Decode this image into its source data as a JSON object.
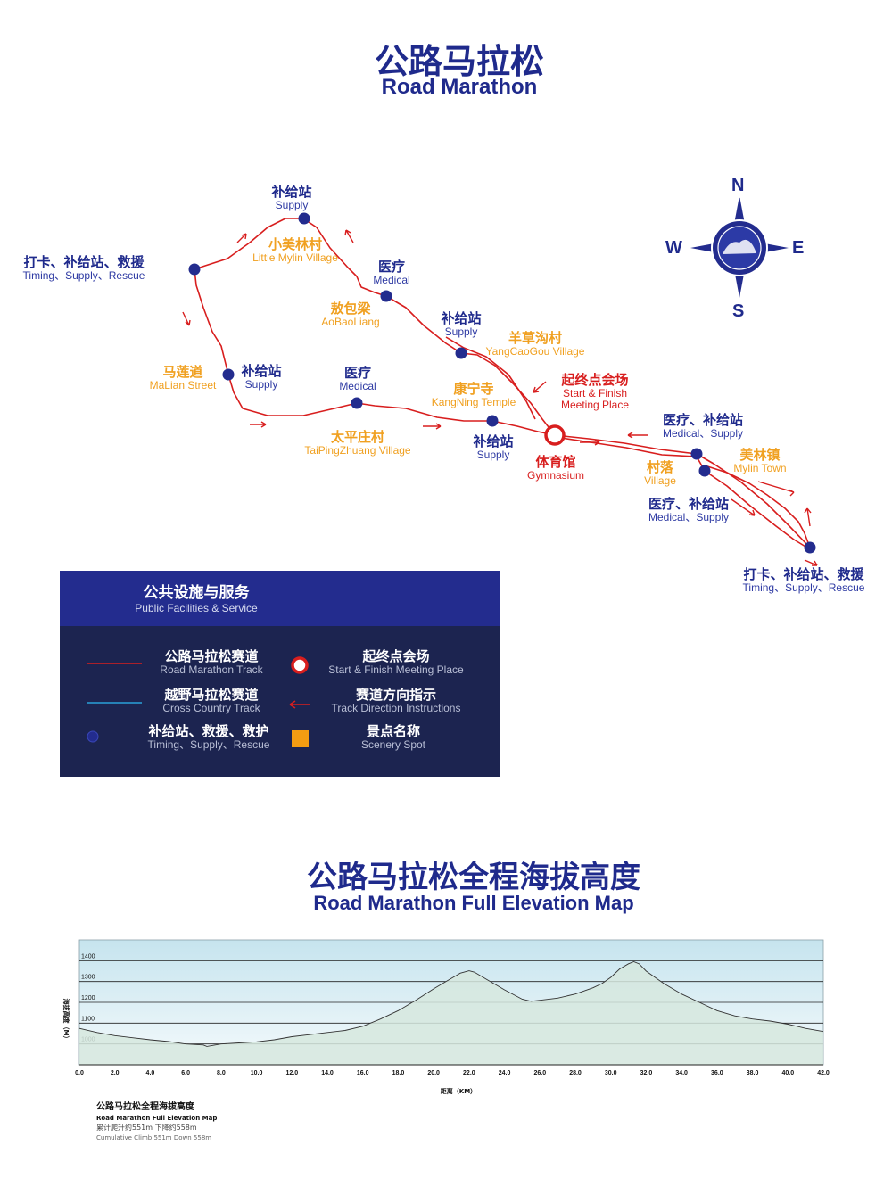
{
  "header": {
    "title_cn": "公路马拉松",
    "title_en": "Road Marathon"
  },
  "compass": {
    "n": "N",
    "s": "S",
    "e": "E",
    "w": "W"
  },
  "map_labels": {
    "supply_top": {
      "cn": "补给站",
      "en": "Supply"
    },
    "little_mylin": {
      "cn": "小美林村",
      "en": "Little Mylin Village"
    },
    "timing_left": {
      "cn": "打卡、补给站、救援",
      "en": "Timing、Supply、Rescue"
    },
    "medical_1": {
      "cn": "医疗",
      "en": "Medical"
    },
    "aobaoliang": {
      "cn": "敖包梁",
      "en": "AoBaoLiang"
    },
    "supply_2": {
      "cn": "补给站",
      "en": "Supply"
    },
    "yangcaogou": {
      "cn": "羊草沟村",
      "en": "YangCaoGou Village"
    },
    "malian": {
      "cn": "马莲道",
      "en": "MaLian Street"
    },
    "supply_3": {
      "cn": "补给站",
      "en": "Supply"
    },
    "medical_2": {
      "cn": "医疗",
      "en": "Medical"
    },
    "kangning": {
      "cn": "康宁寺",
      "en": "KangNing Temple"
    },
    "start_finish": {
      "cn": "起终点会场",
      "en1": "Start & Finish",
      "en2": "Meeting Place"
    },
    "taipingzhuang": {
      "cn": "太平庄村",
      "en": "TaiPingZhuang Village"
    },
    "supply_4": {
      "cn": "补给站",
      "en": "Supply"
    },
    "gymnasium": {
      "cn": "体育馆",
      "en": "Gymnasium"
    },
    "medical_supply_1": {
      "cn": "医疗、补给站",
      "en": "Medical、Supply"
    },
    "village": {
      "cn": "村落",
      "en": "Village"
    },
    "mylin_town": {
      "cn": "美林镇",
      "en": "Mylin Town"
    },
    "medical_supply_2": {
      "cn": "医疗、补给站",
      "en": "Medical、Supply"
    },
    "timing_right": {
      "cn": "打卡、补给站、救援",
      "en": "Timing、Supply、Rescue"
    }
  },
  "legend": {
    "title_cn": "公共设施与服务",
    "title_en": "Public Facilities & Service",
    "items": [
      {
        "cn": "公路马拉松赛道",
        "en": "Road Marathon Track"
      },
      {
        "cn": "越野马拉松赛道",
        "en": "Cross Country Track"
      },
      {
        "cn": "补给站、救援、救护",
        "en": "Timing、Supply、Rescue"
      },
      {
        "cn": "起终点会场",
        "en": "Start & Finish Meeting Place"
      },
      {
        "cn": "赛道方向指示",
        "en": "Track Direction Instructions"
      },
      {
        "cn": "景点名称",
        "en": "Scenery Spot"
      }
    ],
    "colors": {
      "road": "#d81e1e",
      "cross": "#2aa0d8",
      "station": "#232c8e",
      "scenery": "#f39c12"
    }
  },
  "elevation": {
    "title_cn": "公路马拉松全程海拔高度",
    "title_en": "Road Marathon Full Elevation Map",
    "caption_cn": "公路马拉松全程海拔高度",
    "caption_en": "Road Marathon Full Elevation Map",
    "caption_stats_cn": "累计爬升约551m 下降约558m",
    "caption_stats_en": "Cumulative Climb 551m Down 558m"
  },
  "chart_data": {
    "type": "area",
    "title": "",
    "xlabel": "距离（KM）",
    "ylabel": "海拔高度（M）",
    "xlim": [
      0,
      42
    ],
    "ylim": [
      900,
      1500
    ],
    "xticks": [
      "0.0",
      "2.0",
      "4.0",
      "6.0",
      "8.0",
      "10.0",
      "12.0",
      "14.0",
      "16.0",
      "18.0",
      "20.0",
      "22.0",
      "24.0",
      "26.0",
      "28.0",
      "30.0",
      "32.0",
      "34.0",
      "36.0",
      "38.0",
      "40.0",
      "42.0"
    ],
    "yticks": [
      "1000",
      "1100",
      "1200",
      "1300",
      "1400"
    ],
    "grid": true,
    "x": [
      0,
      1,
      2,
      3,
      4,
      5,
      6,
      7,
      7.2,
      8,
      9,
      10,
      11,
      12,
      13,
      14,
      15,
      16,
      17,
      18,
      19,
      20,
      21,
      21.5,
      22,
      22.3,
      23,
      24,
      25,
      25.5,
      26,
      27,
      28,
      29,
      29.5,
      30,
      30.5,
      31,
      31.3,
      31.6,
      32,
      33,
      34,
      35,
      36,
      37,
      38,
      39,
      40,
      41,
      42
    ],
    "series": [
      {
        "values": [
          1075,
          1055,
          1040,
          1030,
          1020,
          1012,
          1000,
          995,
          988,
          1000,
          1005,
          1010,
          1020,
          1035,
          1045,
          1055,
          1065,
          1085,
          1120,
          1160,
          1210,
          1265,
          1315,
          1340,
          1352,
          1345,
          1310,
          1260,
          1215,
          1205,
          1210,
          1220,
          1240,
          1270,
          1290,
          1320,
          1360,
          1385,
          1395,
          1385,
          1350,
          1290,
          1240,
          1200,
          1160,
          1135,
          1120,
          1110,
          1095,
          1075,
          1060
        ]
      }
    ]
  }
}
